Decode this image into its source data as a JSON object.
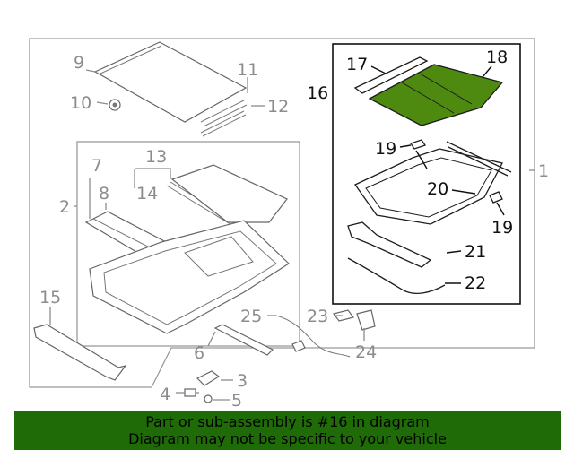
{
  "callouts": {
    "c1": "1",
    "c2": "2",
    "c3": "3",
    "c4": "4",
    "c5": "5",
    "c6": "6",
    "c7": "7",
    "c8": "8",
    "c9": "9",
    "c10": "10",
    "c11": "11",
    "c12": "12",
    "c13": "13",
    "c14": "14",
    "c15": "15",
    "c16": "16",
    "c17": "17",
    "c18": "18",
    "c19a": "19",
    "c19b": "19",
    "c20": "20",
    "c21": "21",
    "c22": "22",
    "c23": "23",
    "c24": "24",
    "c25": "25"
  },
  "footer": {
    "line1": "Part or sub-assembly is #16 in diagram",
    "line2": "Diagram may not be specific to your vehicle"
  },
  "colors": {
    "highlight_part": "#4f8a10",
    "footer_bg": "#1f6b07",
    "callout_gray": "#8c8c8c"
  }
}
